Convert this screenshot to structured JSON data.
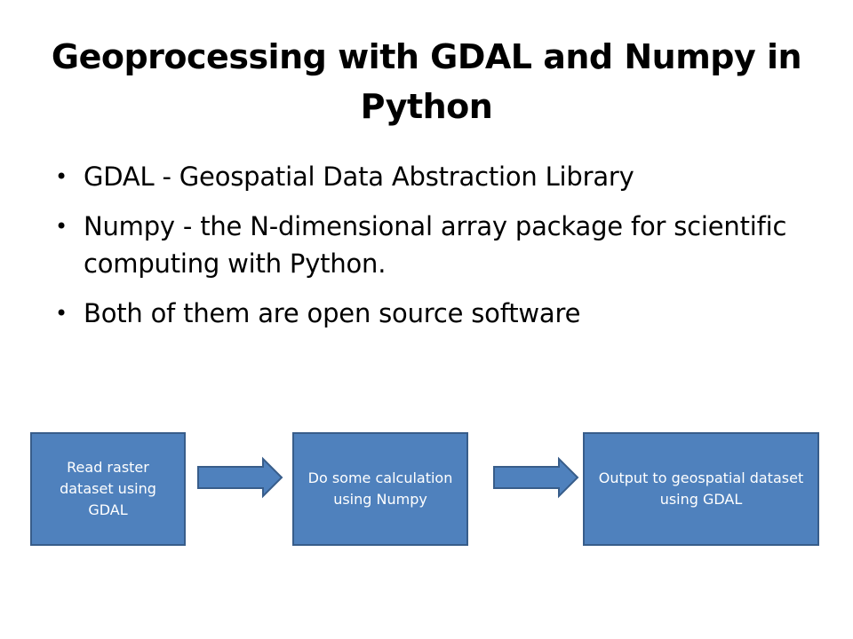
{
  "slide": {
    "title": "Geoprocessing with GDAL and Numpy in Python",
    "bullets": [
      "GDAL - Geospatial Data Abstraction Library",
      "Numpy - the N-dimensional array package for scientific computing with Python.",
      "Both of them are open source software"
    ]
  },
  "flow": {
    "steps": [
      "Read raster dataset using GDAL",
      "Do some calculation using Numpy",
      "Output to geospatial dataset  using GDAL"
    ],
    "colors": {
      "box_fill": "#4f81bd",
      "box_border": "#385d8a",
      "box_text": "#ffffff"
    }
  }
}
